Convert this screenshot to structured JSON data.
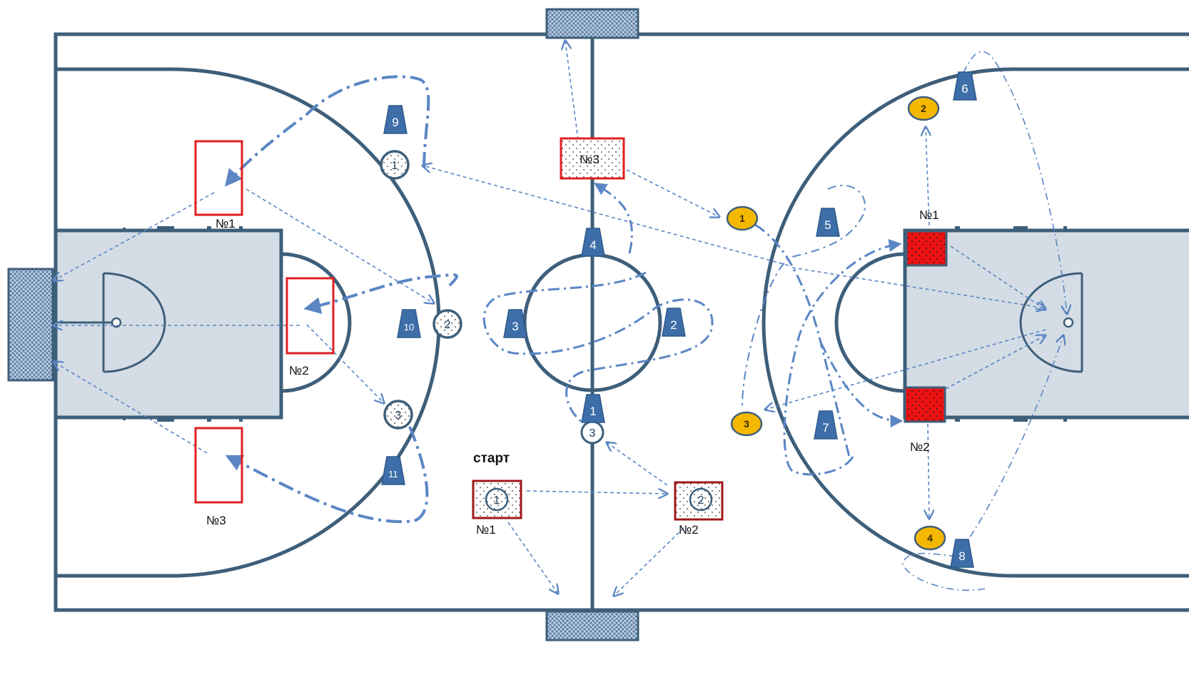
{
  "labels": {
    "start": "старт",
    "left_box_1": "№1",
    "left_box_2": "№2",
    "left_box_3": "№3",
    "center_box_3": "№3",
    "start_box_1": "№1",
    "start_box_2": "№2",
    "right_box_1": "№1",
    "right_box_2": "№2"
  },
  "cones": [
    "1",
    "2",
    "3",
    "4",
    "5",
    "6",
    "7",
    "8",
    "9",
    "10",
    "11"
  ],
  "discs": {
    "left_1": "1",
    "left_2": "2",
    "left_3": "3",
    "center_3": "3",
    "start_1": "1",
    "start_2": "2"
  },
  "balls": [
    "1",
    "2",
    "3",
    "4"
  ],
  "colors": {
    "court_line": "#3e5f7a",
    "paint": "#d4dde5",
    "cone": "#3e6ea8",
    "arrow": "#5b86c4",
    "ball": "#f5b800",
    "red_box": "#e02020",
    "dark_red_box": "#a01818"
  }
}
